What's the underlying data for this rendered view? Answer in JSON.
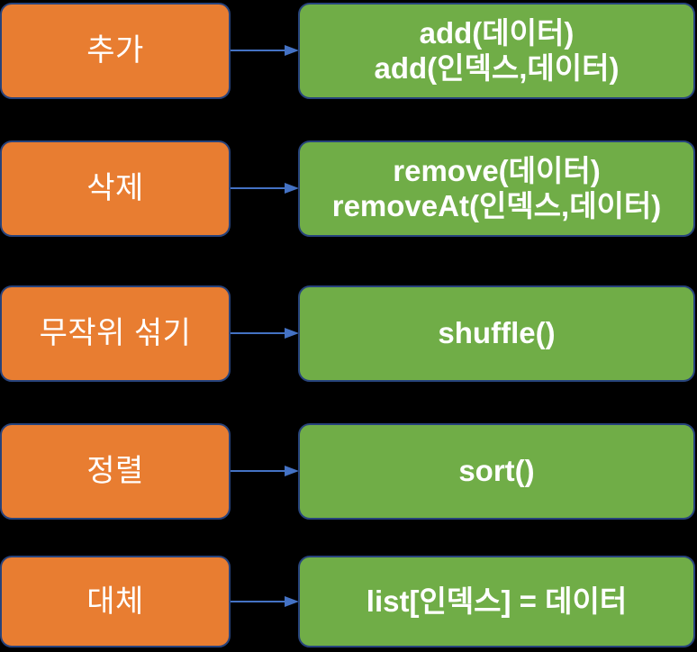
{
  "diagram": {
    "type": "mapping-diagram",
    "background_color": "#000000",
    "colors": {
      "label_box_fill": "#E87D31",
      "code_box_fill": "#70AD47",
      "box_border": "#27437C",
      "arrow": "#4472C4",
      "text": "#FFFFFF"
    },
    "rows": [
      {
        "operation": "추가",
        "code_lines": [
          "add(데이터)",
          "add(인덱스,데이터)"
        ],
        "arrow": "arrow-right-icon"
      },
      {
        "operation": "삭제",
        "code_lines": [
          "remove(데이터)",
          "removeAt(인덱스,데이터)"
        ],
        "arrow": "arrow-right-icon"
      },
      {
        "operation": "무작위 섞기",
        "code_lines": [
          "shuffle()"
        ],
        "arrow": "arrow-right-icon"
      },
      {
        "operation": "정렬",
        "code_lines": [
          "sort()"
        ],
        "arrow": "arrow-right-icon"
      },
      {
        "operation": "대체",
        "code_lines": [
          "list[인덱스] = 데이터"
        ],
        "arrow": "arrow-right-icon"
      }
    ]
  }
}
